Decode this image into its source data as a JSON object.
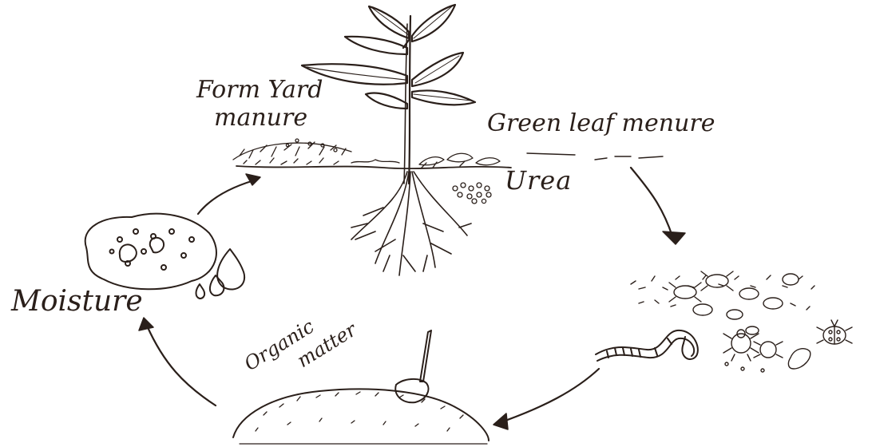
{
  "labels": {
    "farm_yard_line1": "Form Yard",
    "farm_yard_line2": "manure",
    "green_leaf": "Green leaf menure",
    "urea": "Urea",
    "moisture": "Moisture",
    "organic_line1": "Organic",
    "organic_line2": "matter"
  },
  "colors": {
    "ink": "#2a1f1a",
    "background": "#ffffff"
  }
}
